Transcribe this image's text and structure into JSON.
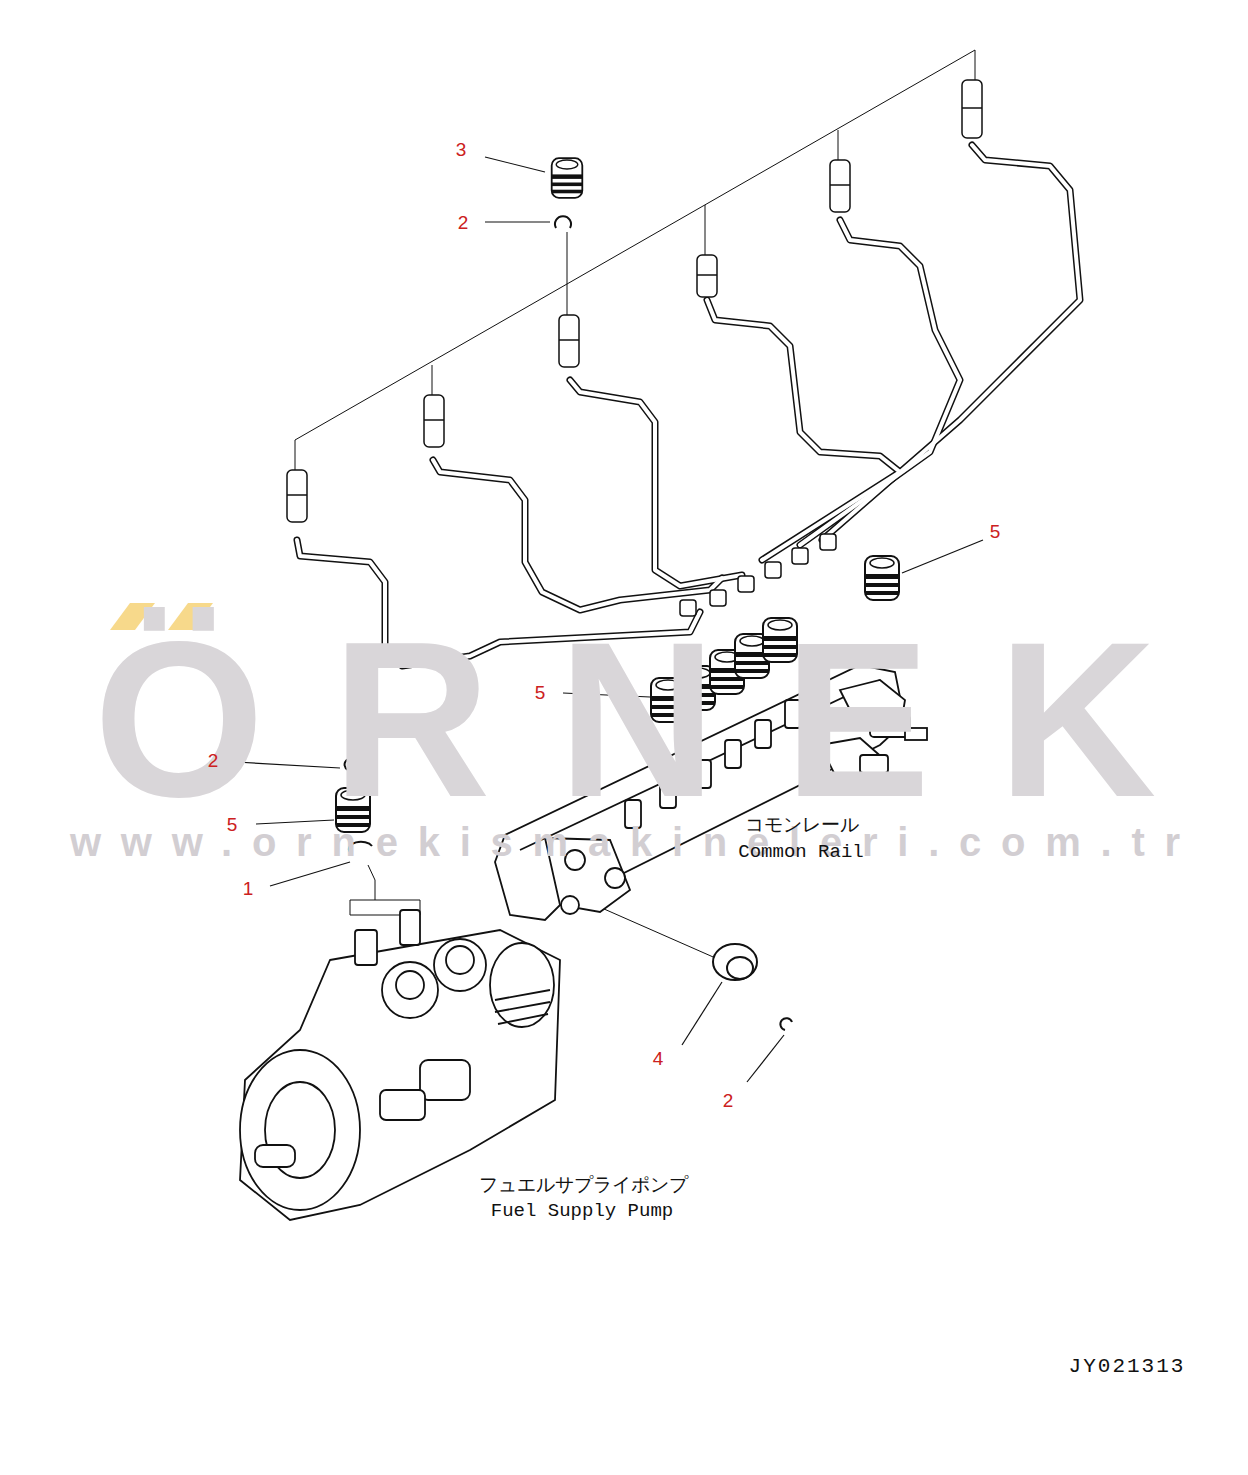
{
  "diagram": {
    "labels": [
      "3",
      "2",
      "5",
      "ÖRNEK",
      "5",
      "2",
      "www.ornekismakineleri.com.tr",
      "コモンレール",
      "5",
      "Common Rail",
      "1",
      "4",
      "2",
      "フュエルサプライポンプ",
      "Fuel Supply Pump",
      "JY021313"
    ]
  }
}
